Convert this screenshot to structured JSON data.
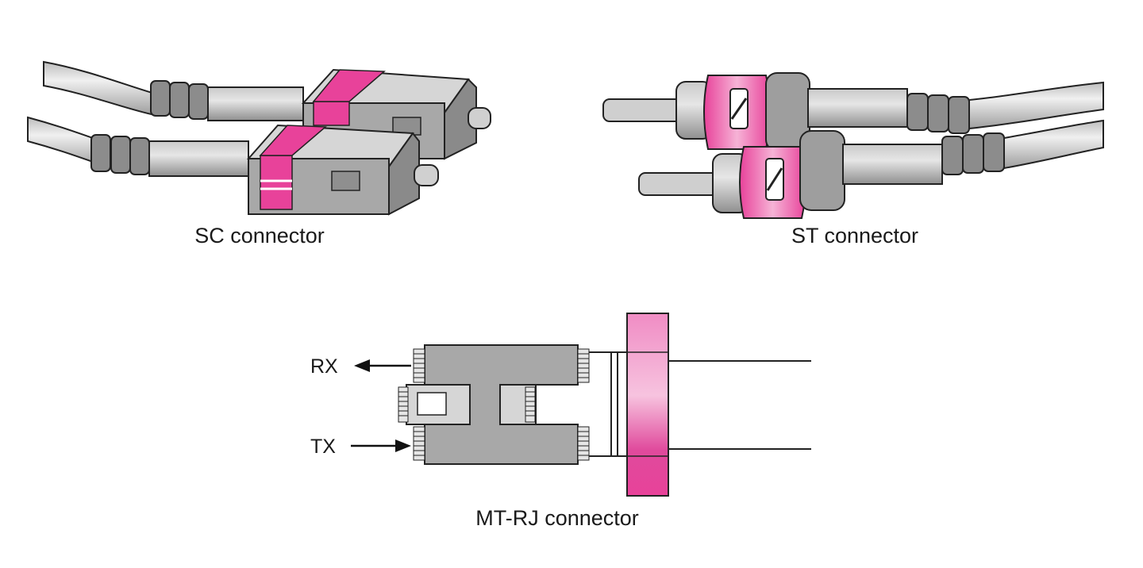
{
  "captions": {
    "sc": "SC connector",
    "st": "ST connector",
    "mtrj": "MT-RJ connector"
  },
  "signals": {
    "rx": "RX",
    "tx": "TX"
  },
  "colors": {
    "accent_pink": "#e8429a",
    "light_pink": "#f4a6cf",
    "body_gray": "#a8a8a8",
    "light_gray": "#d9d9d9",
    "dark_gray": "#7a7a7a",
    "outline": "#222222"
  },
  "icons": {
    "sc": "sc-fiber-connector-icon",
    "st": "st-fiber-connector-icon",
    "mtrj": "mtrj-fiber-connector-icon"
  }
}
